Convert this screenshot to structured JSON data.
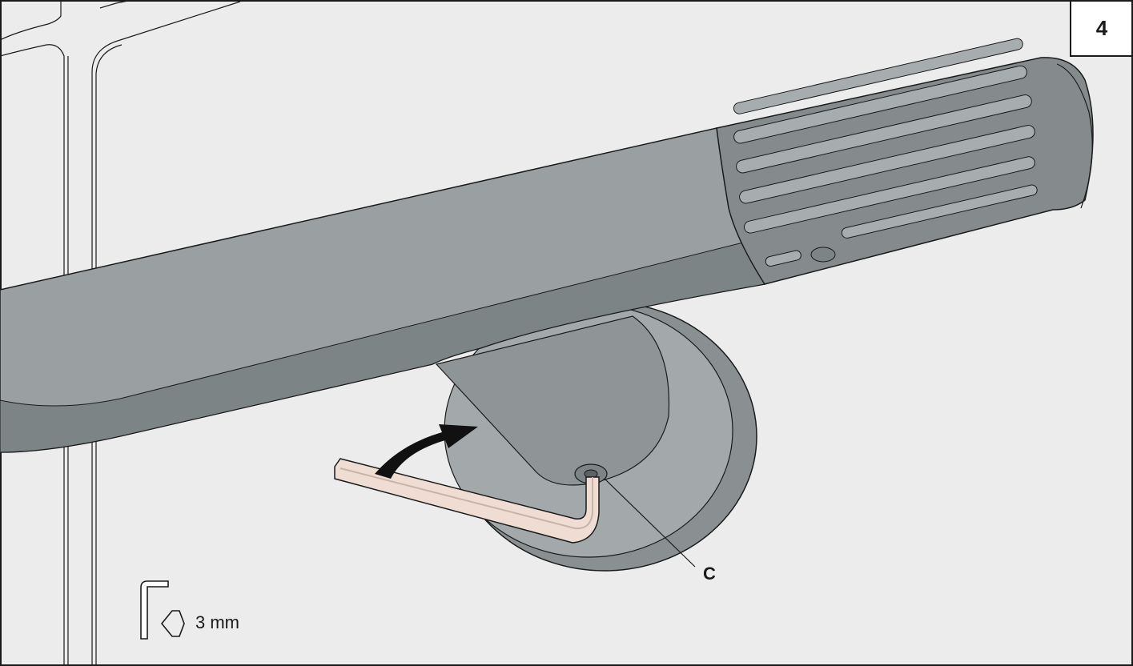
{
  "step": {
    "number": "4"
  },
  "callout": {
    "label": "C"
  },
  "tool": {
    "name": "hex-key-icon",
    "size_label": "3 mm"
  },
  "colors": {
    "background": "#ececec",
    "tube": "#9aa0a1",
    "tube_shadow": "#7d8485",
    "grip": "#858b8c",
    "grip_groove": "#a7adae",
    "disc": "#a3a9aa",
    "disc_edge": "#8a9091",
    "wrench": "#efdcd2",
    "outline": "#1a1a1a"
  }
}
